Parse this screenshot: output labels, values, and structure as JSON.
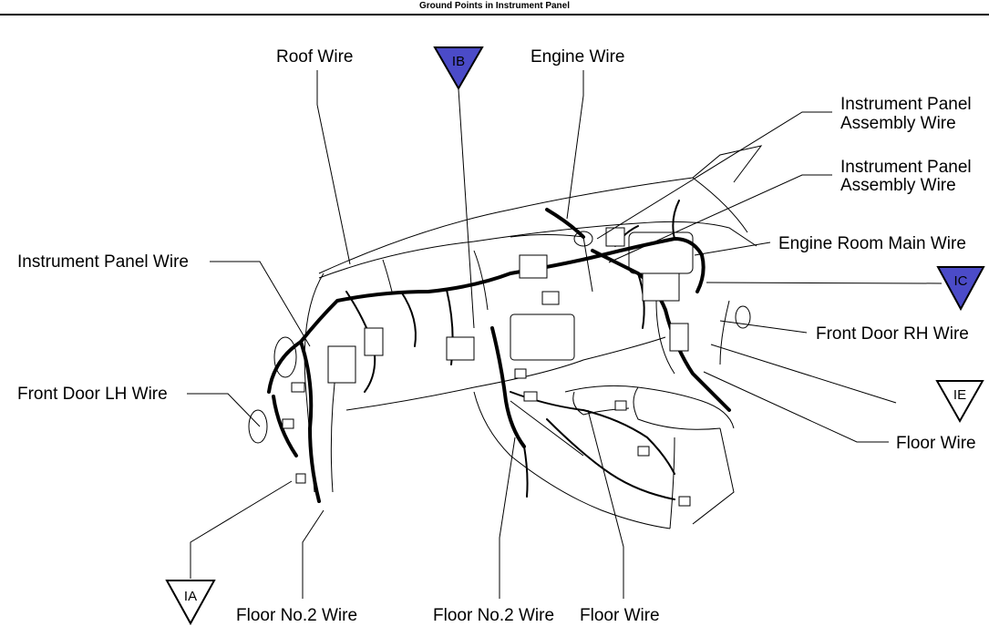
{
  "title": "Ground Points in Instrument Panel",
  "labels": {
    "roof_wire": "Roof Wire",
    "engine_wire": "Engine Wire",
    "ip_assembly_wire_1": [
      "Instrument Panel",
      "Assembly Wire"
    ],
    "ip_assembly_wire_2": [
      "Instrument Panel",
      "Assembly Wire"
    ],
    "engine_room_main_wire": "Engine Room Main Wire",
    "instrument_panel_wire": "Instrument Panel Wire",
    "front_door_rh_wire": "Front Door RH Wire",
    "front_door_lh_wire": "Front Door LH Wire",
    "floor_wire_right": "Floor Wire",
    "floor_no2_wire_left": "Floor No.2 Wire",
    "floor_no2_wire_center": "Floor No.2 Wire",
    "floor_wire_bottom": "Floor Wire"
  },
  "ground_points": {
    "ib": "IB",
    "ic": "IC",
    "ie": "IE",
    "ia": "IA"
  },
  "colors": {
    "ground_fill_blue": "#4b4bc8",
    "line": "#000000"
  }
}
